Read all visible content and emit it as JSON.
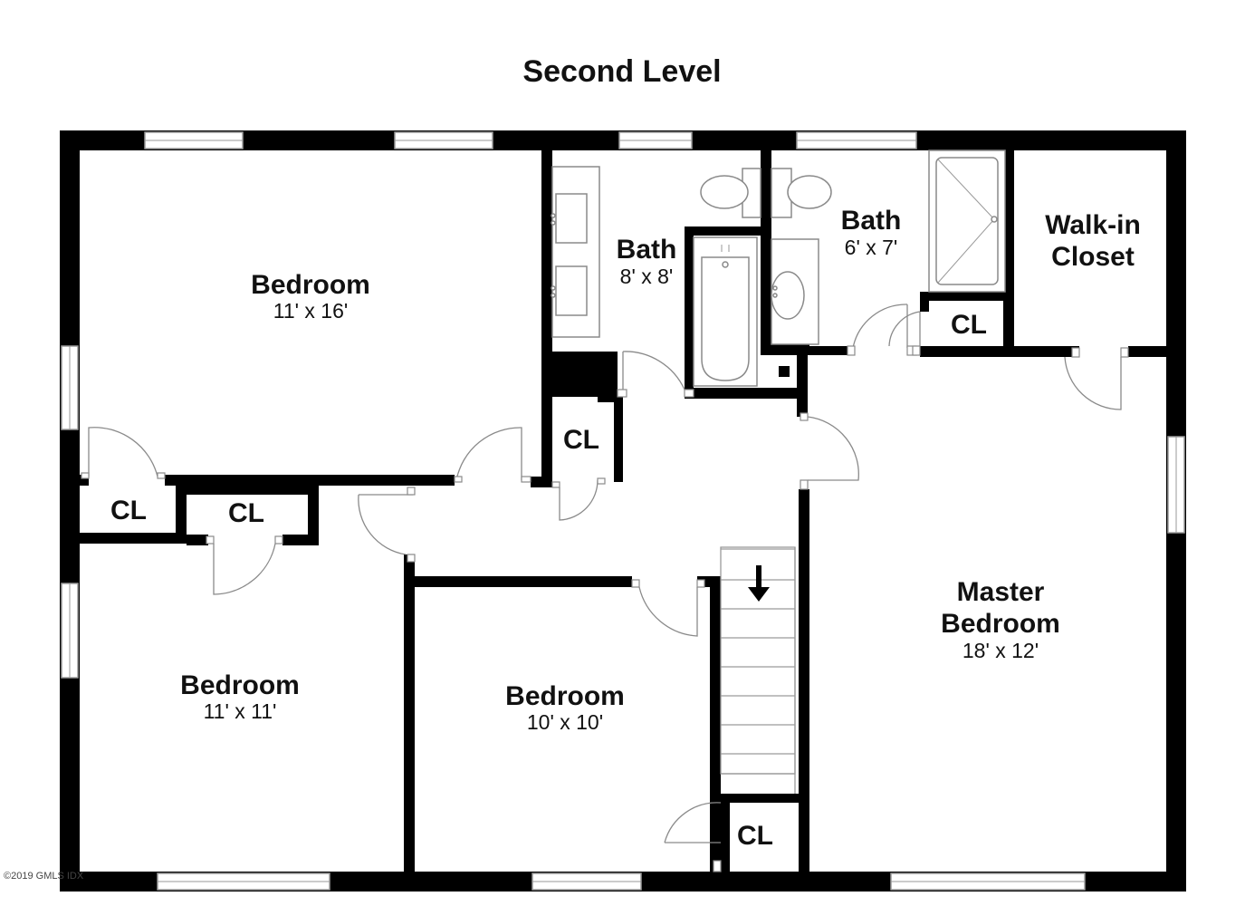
{
  "title": "Second Level",
  "copyright": "©2019 GMLS IDX",
  "rooms": {
    "bedroom_nw": {
      "name": "Bedroom",
      "dims": "11' x 16'"
    },
    "bath_left": {
      "name": "Bath",
      "dims": "8' x 8'"
    },
    "bath_right": {
      "name": "Bath",
      "dims": "6' x 7'"
    },
    "walkin_closet": {
      "name_line1": "Walk-in",
      "name_line2": "Closet"
    },
    "bedroom_sw": {
      "name": "Bedroom",
      "dims": "11' x 11'"
    },
    "bedroom_mid": {
      "name": "Bedroom",
      "dims": "10' x 10'"
    },
    "master": {
      "name_line1": "Master",
      "name_line2": "Bedroom",
      "dims": "18' x 12'"
    }
  },
  "closets": {
    "cl_1": "CL",
    "cl_2": "CL",
    "cl_3": "CL",
    "cl_4": "CL",
    "cl_5": "CL"
  }
}
